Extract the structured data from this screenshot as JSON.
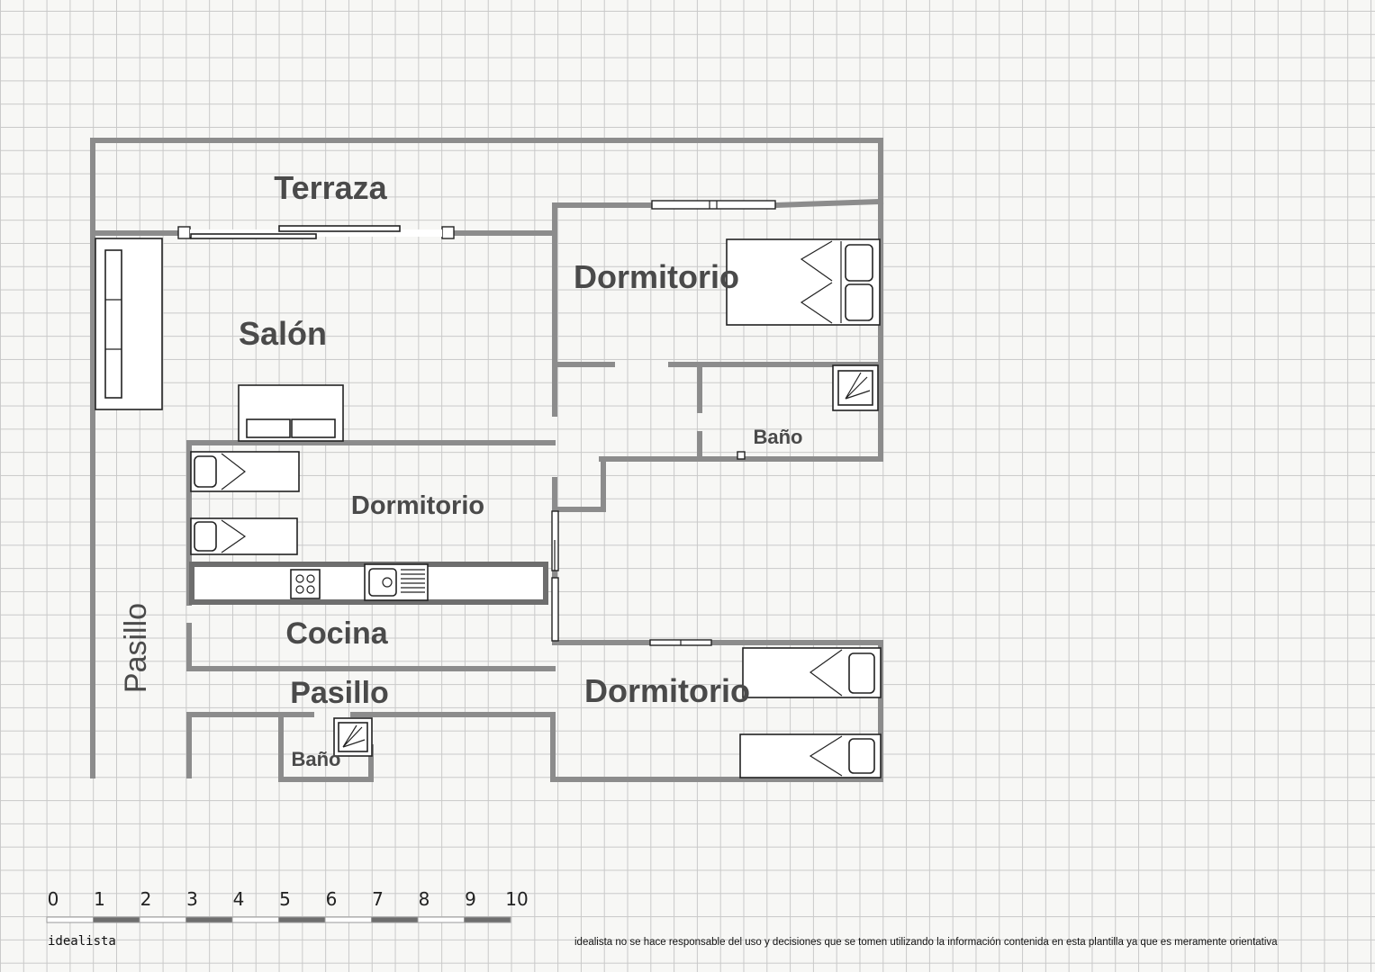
{
  "rooms": {
    "terraza": "Terraza",
    "salon": "Salón",
    "dormitorio_top": "Dormitorio",
    "bano_right": "Baño",
    "dormitorio_middle": "Dormitorio",
    "cocina": "Cocina",
    "pasillo_vertical": "Pasillo",
    "pasillo_horizontal": "Pasillo",
    "bano_bottom": "Baño",
    "dormitorio_bottom": "Dormitorio"
  },
  "scale": {
    "ticks": [
      "0",
      "1",
      "2",
      "3",
      "4",
      "5",
      "6",
      "7",
      "8",
      "9",
      "10"
    ]
  },
  "footer": {
    "brand": "idealista",
    "disclaimer": "idealista no se hace responsable del uso y decisiones que se tomen utilizando la información contenida en esta plantilla ya que es meramente orientativa"
  },
  "colors": {
    "wall": "#8c8c8c",
    "label": "#4a4a4a",
    "grid": "#c9c9c9",
    "background": "#f7f7f5"
  }
}
